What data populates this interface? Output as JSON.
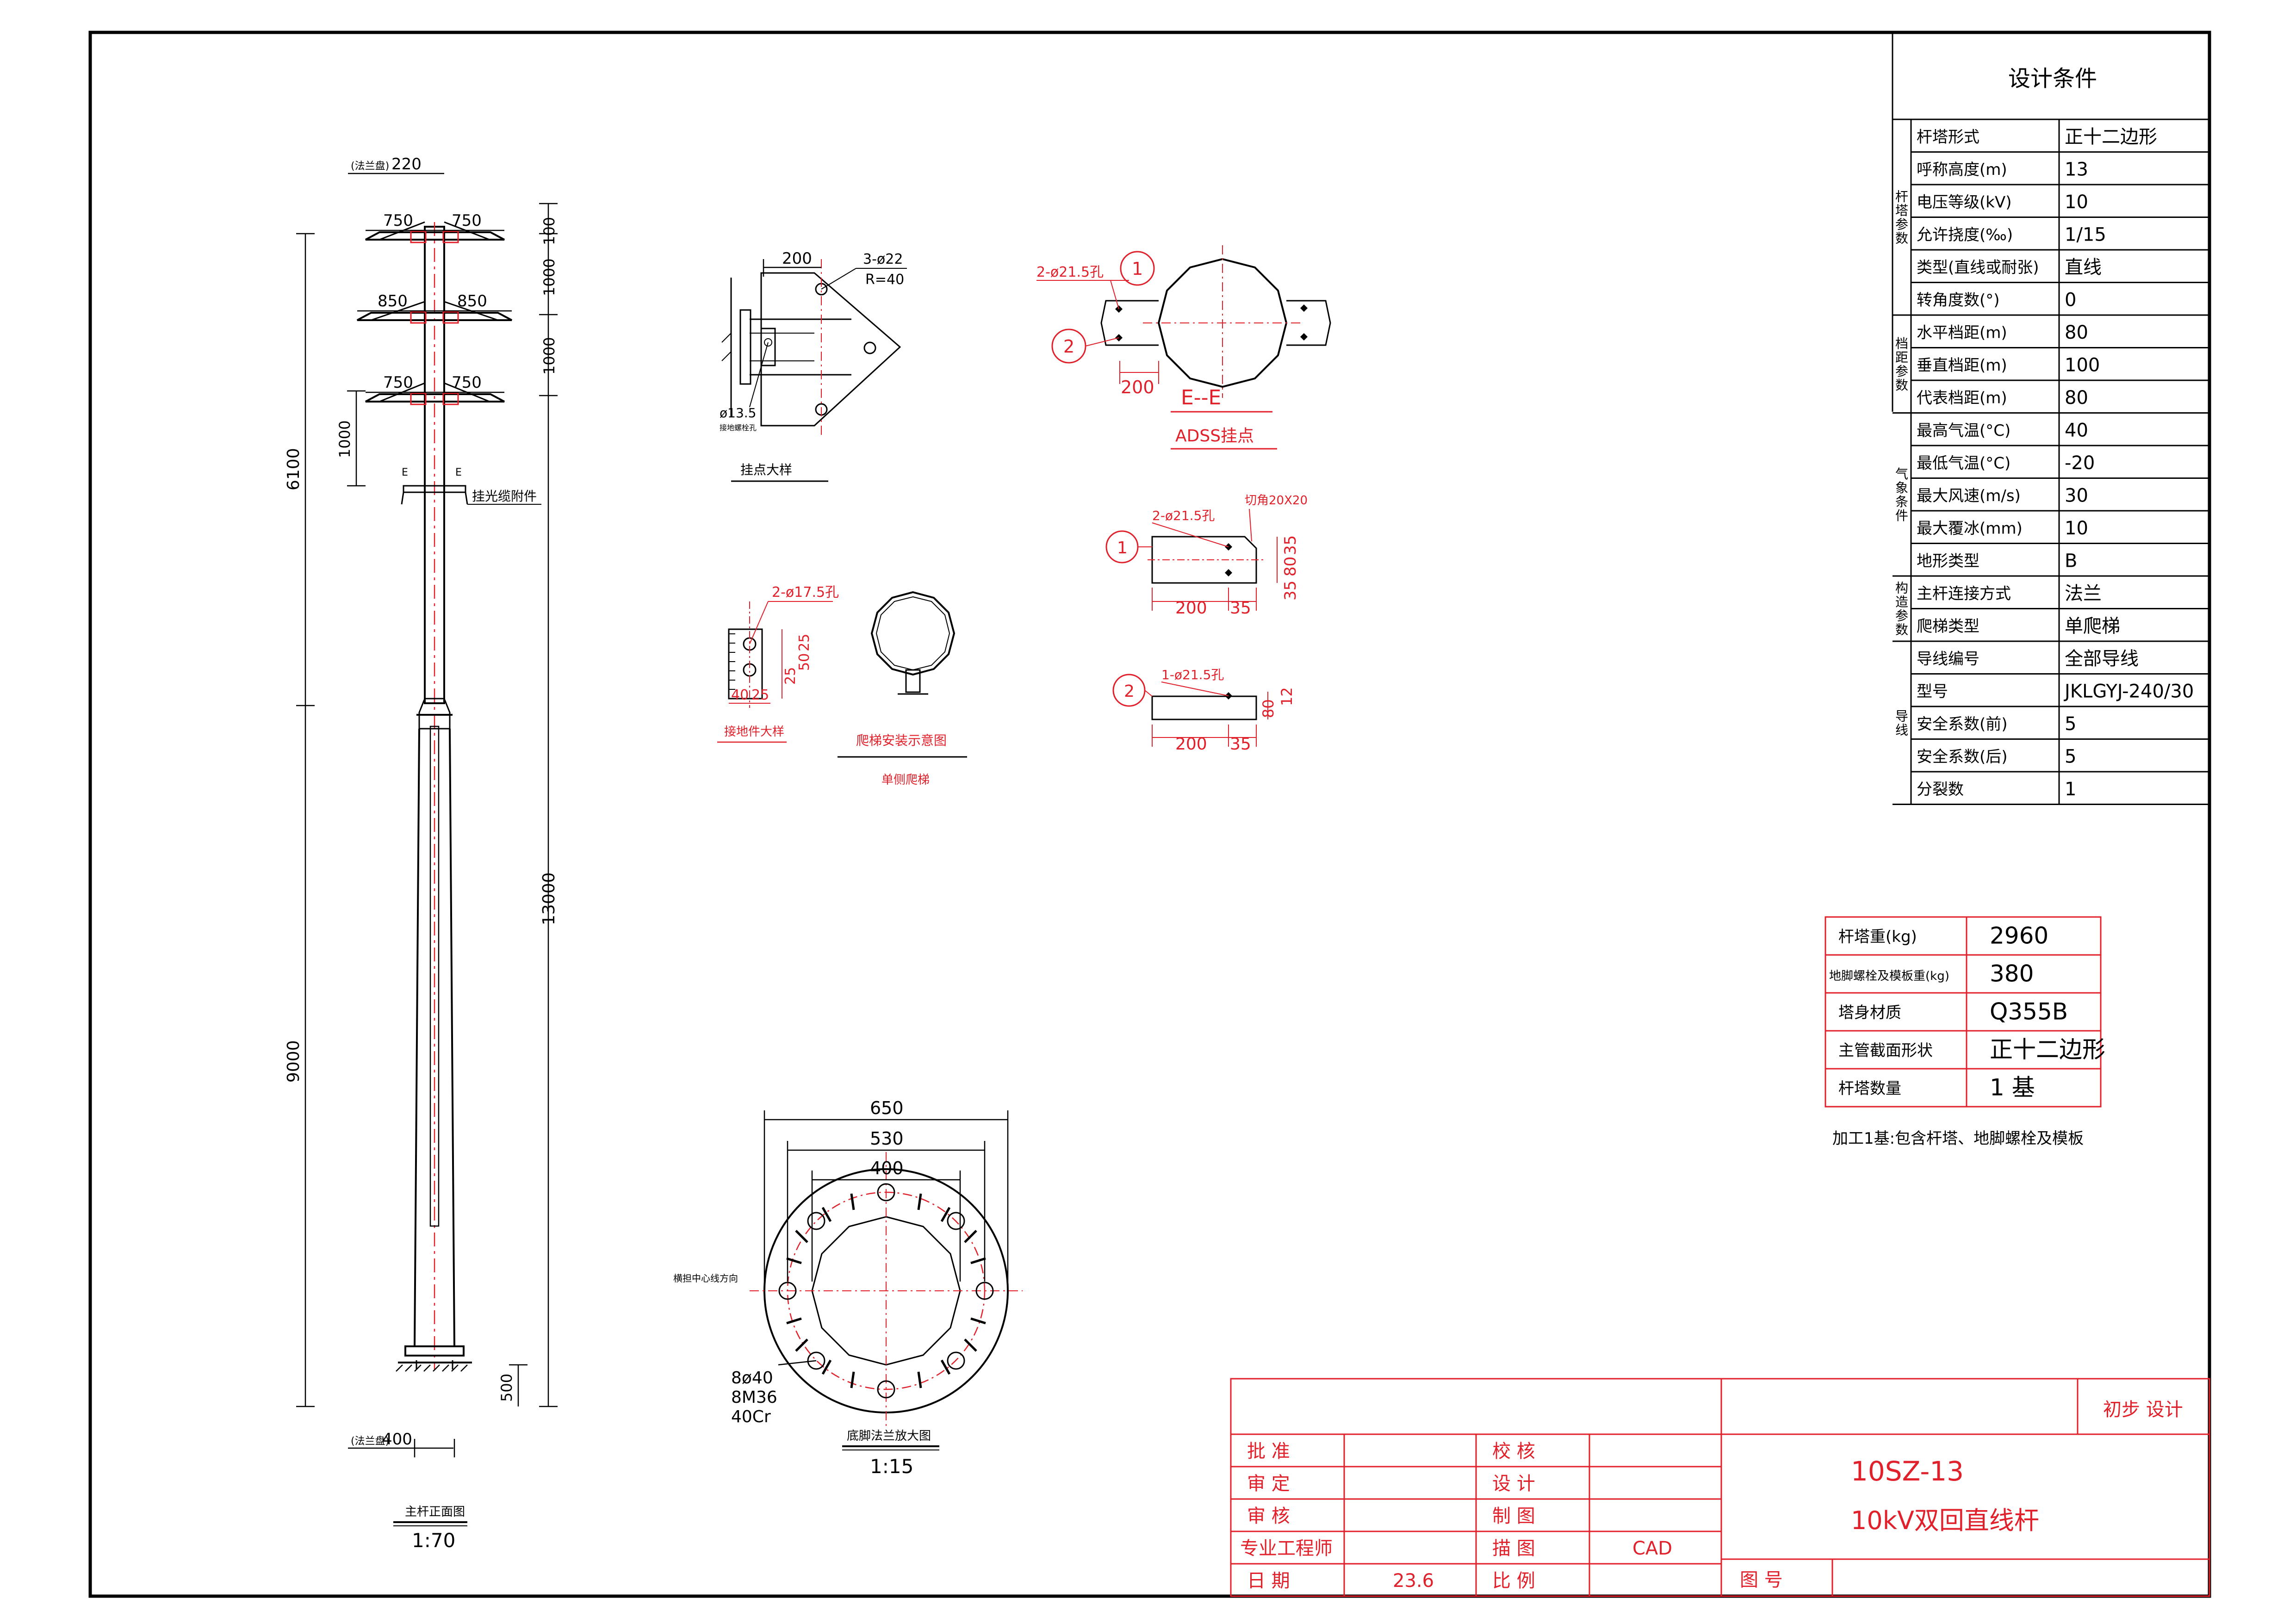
{
  "pole": {
    "top_width": "220",
    "top_width_note": "(法兰盘)",
    "arm1_left": "750",
    "arm1_right": "750",
    "arm2_left": "850",
    "arm2_right": "850",
    "arm3_left": "750",
    "arm3_right": "750",
    "dim_100": "100",
    "dim_1000_a": "1000",
    "dim_1000_b": "1000",
    "dim_1000_side": "1000",
    "dim_6100": "6100",
    "dim_9000": "9000",
    "dim_13000": "13000",
    "dim_500": "500",
    "adss_label": "挂光缆附件",
    "mark_e_left": "E",
    "mark_e_right": "E",
    "base_width": "400",
    "base_note": "(法兰盘)",
    "title": "主杆正面图",
    "scale": "1:70"
  },
  "detail_hang": {
    "dim_200": "200",
    "holes": "3-ø22",
    "radius": "R=40",
    "small_hole": "ø13.5",
    "small_hole_note": "接地螺栓孔",
    "title": "挂点大样"
  },
  "detail_section": {
    "marker_1": "1",
    "marker_2": "2",
    "holes": "2-ø21.5孔",
    "dim_200": "200",
    "title": "E--E",
    "subtitle": "ADSS挂点"
  },
  "detail_plate1": {
    "marker": "1",
    "holes": "2-ø21.5孔",
    "chamfer": "切角20X20",
    "dim_200": "200",
    "dim_35": "35",
    "dim_v35a": "35",
    "dim_v80": "80",
    "dim_v35b": "35"
  },
  "detail_plate2": {
    "marker": "2",
    "holes": "1-ø21.5孔",
    "dim_200": "200",
    "dim_35": "35",
    "dim_v80": "80",
    "dim_v12": "12"
  },
  "detail_ground": {
    "holes": "2-ø17.5孔",
    "dim_40": "40",
    "dim_25h": "25",
    "dim_25a": "25",
    "dim_50": "50",
    "dim_25b": "25",
    "title": "接地件大样"
  },
  "detail_ladder": {
    "title": "爬梯安装示意图",
    "subtitle": "单侧爬梯"
  },
  "detail_flange": {
    "dim_650": "650",
    "dim_530": "530",
    "dim_400": "400",
    "direction_note": "横担中心线方向",
    "holes1": "8ø40",
    "holes2": "8M36",
    "holes3": "40Cr",
    "title": "底脚法兰放大图",
    "scale": "1:15"
  },
  "design_conditions": {
    "title": "设计条件",
    "groups": [
      {
        "label": "杆塔参数",
        "rows": [
          {
            "name": "杆塔形式",
            "value": "正十二边形"
          },
          {
            "name": "呼称高度(m)",
            "value": "13"
          },
          {
            "name": "电压等级(kV)",
            "value": "10"
          },
          {
            "name": "允许挠度(‰)",
            "value": "1/15"
          },
          {
            "name": "类型(直线或耐张)",
            "value": "直线"
          },
          {
            "name": "转角度数(°)",
            "value": "0"
          }
        ]
      },
      {
        "label": "档距参数",
        "rows": [
          {
            "name": "水平档距(m)",
            "value": "80"
          },
          {
            "name": "垂直档距(m)",
            "value": "100"
          },
          {
            "name": "代表档距(m)",
            "value": "80"
          }
        ]
      },
      {
        "label": "气象条件",
        "rows": [
          {
            "name": "最高气温(°C)",
            "value": "40"
          },
          {
            "name": "最低气温(°C)",
            "value": "-20"
          },
          {
            "name": "最大风速(m/s)",
            "value": "30"
          },
          {
            "name": "最大覆冰(mm)",
            "value": "10"
          },
          {
            "name": "地形类型",
            "value": "B"
          }
        ]
      },
      {
        "label": "构造参数",
        "rows": [
          {
            "name": "主杆连接方式",
            "value": "法兰"
          },
          {
            "name": "爬梯类型",
            "value": "单爬梯"
          }
        ]
      },
      {
        "label": "导线",
        "rows": [
          {
            "name": "导线编号",
            "value": "全部导线"
          },
          {
            "name": "型号",
            "value": "JKLGYJ-240/30"
          },
          {
            "name": "安全系数(前)",
            "value": "5"
          },
          {
            "name": "安全系数(后)",
            "value": "5"
          },
          {
            "name": "分裂数",
            "value": "1"
          }
        ]
      }
    ]
  },
  "weights": {
    "rows": [
      {
        "name": "杆塔重(kg)",
        "value": "2960"
      },
      {
        "name": "地脚螺栓及模板重(kg)",
        "value": "380"
      },
      {
        "name": "塔身材质",
        "value": "Q355B"
      },
      {
        "name": "主管截面形状",
        "value": "正十二边形"
      },
      {
        "name": "杆塔数量",
        "value": "1 基"
      }
    ],
    "note": "加工1基:包含杆塔、地脚螺栓及模板"
  },
  "title_block": {
    "stage": "初步    设计",
    "approve": "批    准",
    "check": "校    核",
    "decide": "审    定",
    "design": "设    计",
    "review": "审    核",
    "draw": "制    图",
    "engineer": "专业工程师",
    "trace": "描    图",
    "trace_value": "CAD",
    "date": "日    期",
    "date_value": "23.6",
    "ratio": "比    例",
    "drawing_code": "10SZ-13",
    "drawing_title": "10kV双回直线杆",
    "drawing_no": "图        号"
  }
}
